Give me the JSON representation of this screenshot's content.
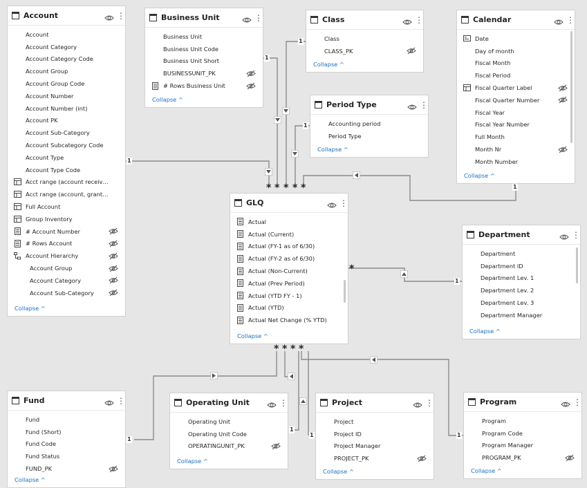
{
  "common": {
    "collapse": "Collapse ^"
  },
  "tables": {
    "account": {
      "title": "Account",
      "fields": [
        {
          "name": "Account",
          "icon": "none",
          "hidden": false
        },
        {
          "name": "Account Category",
          "icon": "none",
          "hidden": false
        },
        {
          "name": "Account Category Code",
          "icon": "none",
          "hidden": false
        },
        {
          "name": "Account Group",
          "icon": "none",
          "hidden": false
        },
        {
          "name": "Account Group Code",
          "icon": "none",
          "hidden": false
        },
        {
          "name": "Account Number",
          "icon": "none",
          "hidden": false
        },
        {
          "name": "Account Number (int)",
          "icon": "none",
          "hidden": false
        },
        {
          "name": "Account PK",
          "icon": "none",
          "hidden": false
        },
        {
          "name": "Account Sub-Category",
          "icon": "none",
          "hidden": false
        },
        {
          "name": "Account Subcategory Code",
          "icon": "none",
          "hidden": false
        },
        {
          "name": "Account Type",
          "icon": "none",
          "hidden": false
        },
        {
          "name": "Account Type Code",
          "icon": "none",
          "hidden": false
        },
        {
          "name": "Acct range (account receivable)",
          "icon": "calc-column-icon",
          "hidden": false
        },
        {
          "name": "Acct range (account, grants & p...",
          "icon": "calc-column-icon",
          "hidden": false
        },
        {
          "name": "Full Account",
          "icon": "calc-column-icon",
          "hidden": false
        },
        {
          "name": "Group Inventory",
          "icon": "calc-column-icon",
          "hidden": false
        },
        {
          "name": "# Account Number",
          "icon": "measure-icon",
          "hidden": true
        },
        {
          "name": "# Rows Account",
          "icon": "measure-icon",
          "hidden": true
        },
        {
          "name": "Account Hierarchy",
          "icon": "hierarchy-icon",
          "hidden": true
        },
        {
          "name": "Account Group",
          "icon": "indent",
          "hidden": true
        },
        {
          "name": "Account Category",
          "icon": "indent",
          "hidden": true
        },
        {
          "name": "Account Sub-Category",
          "icon": "indent",
          "hidden": true
        }
      ]
    },
    "business_unit": {
      "title": "Business Unit",
      "fields": [
        {
          "name": "Business Unit",
          "icon": "none",
          "hidden": false
        },
        {
          "name": "Business Unit Code",
          "icon": "none",
          "hidden": false
        },
        {
          "name": "Business Unit Short",
          "icon": "none",
          "hidden": false
        },
        {
          "name": "BUSINESSUNIT_PK",
          "icon": "none",
          "hidden": true
        },
        {
          "name": "# Rows Business Unit",
          "icon": "measure-icon",
          "hidden": true
        }
      ]
    },
    "class": {
      "title": "Class",
      "fields": [
        {
          "name": "Class",
          "icon": "none",
          "hidden": false
        },
        {
          "name": "CLASS_PK",
          "icon": "none",
          "hidden": true
        }
      ]
    },
    "calendar": {
      "title": "Calendar",
      "fields": [
        {
          "name": "Date",
          "icon": "date-icon",
          "hidden": false
        },
        {
          "name": "Day of month",
          "icon": "none",
          "hidden": false
        },
        {
          "name": "Fiscal Month",
          "icon": "none",
          "hidden": false
        },
        {
          "name": "Fiscal Period",
          "icon": "none",
          "hidden": false
        },
        {
          "name": "Fiscal Quarter Label",
          "icon": "calc-column-icon",
          "hidden": true
        },
        {
          "name": "Fiscal Quarter Number",
          "icon": "none",
          "hidden": true
        },
        {
          "name": "Fiscal Year",
          "icon": "none",
          "hidden": false
        },
        {
          "name": "Fiscal Year Number",
          "icon": "none",
          "hidden": false
        },
        {
          "name": "Full Month",
          "icon": "none",
          "hidden": false
        },
        {
          "name": "Month Nr",
          "icon": "none",
          "hidden": true
        },
        {
          "name": "Month Number",
          "icon": "none",
          "hidden": false
        }
      ]
    },
    "period_type": {
      "title": "Period Type",
      "fields": [
        {
          "name": "Accounting period",
          "icon": "none",
          "hidden": false
        },
        {
          "name": "Period Type",
          "icon": "none",
          "hidden": false
        }
      ]
    },
    "glq": {
      "title": "GLQ",
      "fields": [
        {
          "name": "Actual",
          "icon": "measure-icon",
          "hidden": false
        },
        {
          "name": "Actual (Current)",
          "icon": "measure-icon",
          "hidden": false
        },
        {
          "name": "Actual (FY-1 as of 6/30)",
          "icon": "measure-icon",
          "hidden": false
        },
        {
          "name": "Actual (FY-2 as of 6/30)",
          "icon": "measure-icon",
          "hidden": false
        },
        {
          "name": "Actual (Non-Current)",
          "icon": "measure-icon",
          "hidden": false
        },
        {
          "name": "Actual (Prev Period)",
          "icon": "measure-icon",
          "hidden": false
        },
        {
          "name": "Actual (YTD FY - 1)",
          "icon": "measure-icon",
          "hidden": false
        },
        {
          "name": "Actual (YTD)",
          "icon": "measure-icon",
          "hidden": false
        },
        {
          "name": "Actual Net Change (% YTD)",
          "icon": "measure-icon",
          "hidden": false
        }
      ]
    },
    "department": {
      "title": "Department",
      "fields": [
        {
          "name": "Department",
          "icon": "none",
          "hidden": false
        },
        {
          "name": "Department ID",
          "icon": "none",
          "hidden": false
        },
        {
          "name": "Department Lev. 1",
          "icon": "none",
          "hidden": false
        },
        {
          "name": "Department Lev. 2",
          "icon": "none",
          "hidden": false
        },
        {
          "name": "Department Lev. 3",
          "icon": "none",
          "hidden": false
        },
        {
          "name": "Department Manager",
          "icon": "none",
          "hidden": false
        }
      ]
    },
    "fund": {
      "title": "Fund",
      "fields": [
        {
          "name": "Fund",
          "icon": "none",
          "hidden": false
        },
        {
          "name": "Fund (Short)",
          "icon": "none",
          "hidden": false
        },
        {
          "name": "Fund Code",
          "icon": "none",
          "hidden": false
        },
        {
          "name": "Fund Status",
          "icon": "none",
          "hidden": false
        },
        {
          "name": "FUND_PK",
          "icon": "none",
          "hidden": true
        }
      ]
    },
    "operating_unit": {
      "title": "Operating Unit",
      "fields": [
        {
          "name": "Operating Unit",
          "icon": "none",
          "hidden": false
        },
        {
          "name": "Operating Unit Code",
          "icon": "none",
          "hidden": false
        },
        {
          "name": "OPERATINGUNIT_PK",
          "icon": "none",
          "hidden": true
        }
      ]
    },
    "project": {
      "title": "Project",
      "fields": [
        {
          "name": "Project",
          "icon": "none",
          "hidden": false
        },
        {
          "name": "Project ID",
          "icon": "none",
          "hidden": false
        },
        {
          "name": "Project Manager",
          "icon": "none",
          "hidden": false
        },
        {
          "name": "PROJECT_PK",
          "icon": "none",
          "hidden": true
        }
      ]
    },
    "program": {
      "title": "Program",
      "fields": [
        {
          "name": "Program",
          "icon": "none",
          "hidden": false
        },
        {
          "name": "Program Code",
          "icon": "none",
          "hidden": false
        },
        {
          "name": "Program Manager",
          "icon": "none",
          "hidden": false
        },
        {
          "name": "PROGRAM_PK",
          "icon": "none",
          "hidden": true
        }
      ]
    }
  },
  "relationships": {
    "one": "1",
    "many": "*"
  }
}
